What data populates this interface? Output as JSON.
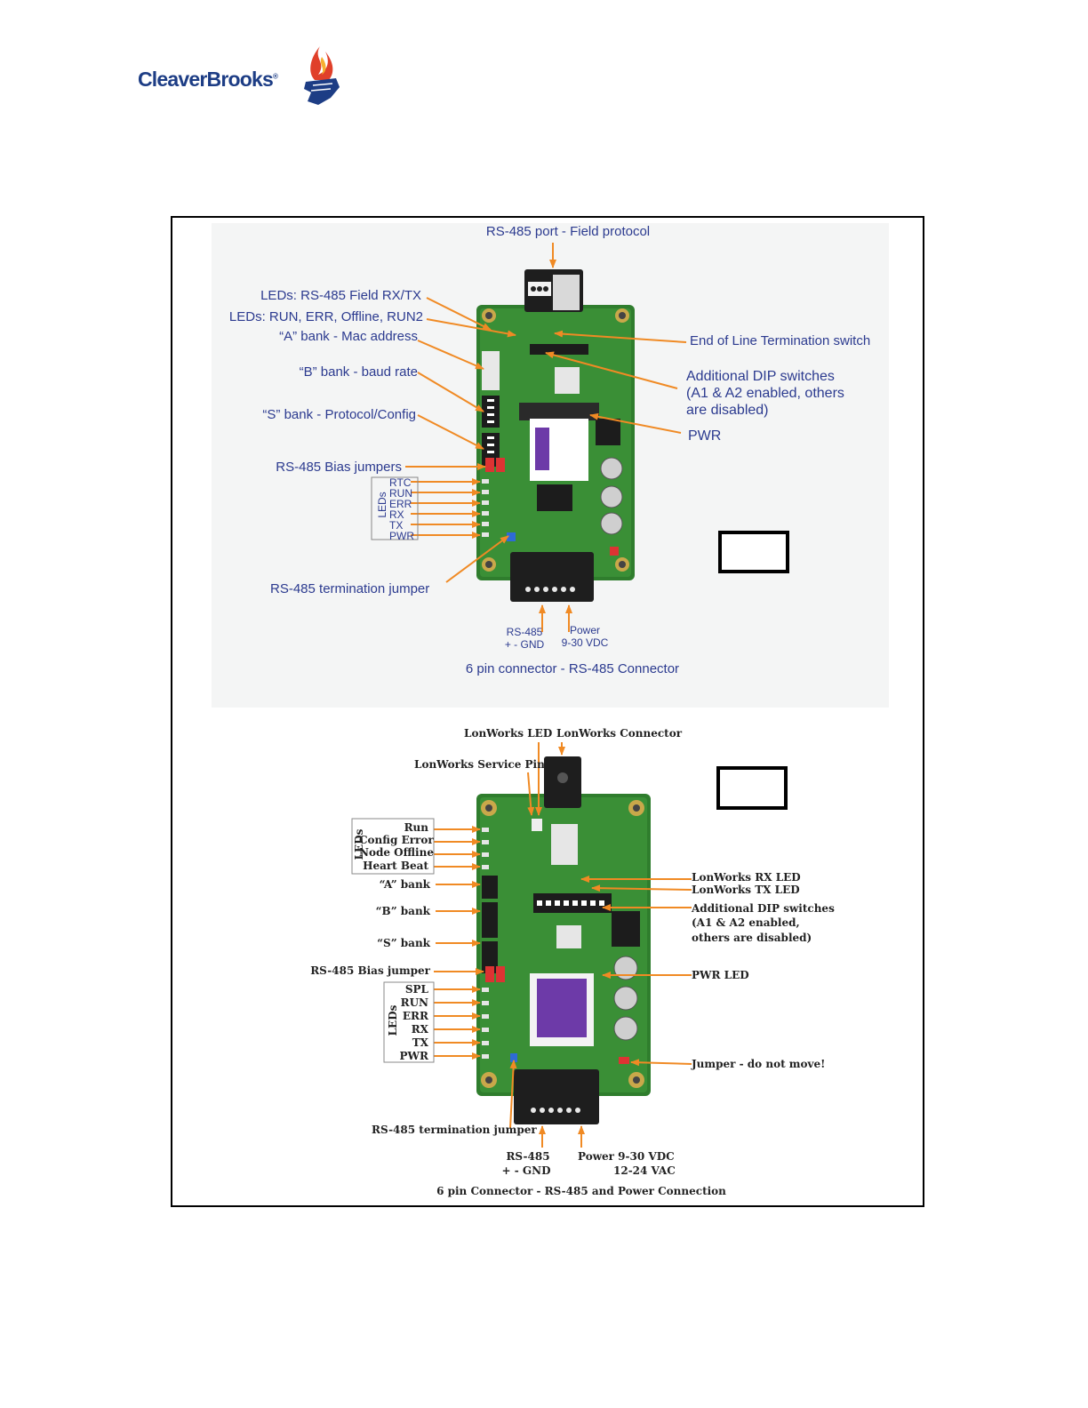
{
  "logo": {
    "text": "CleaverBrooks",
    "reg_mark": "®",
    "colors": {
      "text": "#1d3d85",
      "flame": "#e0402a",
      "hand": "#1d3d85"
    },
    "icon": "flame-hand-icon"
  },
  "figure1": {
    "top_label": "RS-485 port - Field protocol",
    "left_labels": [
      "LEDs: RS-485 Field RX/TX",
      "LEDs: RUN, ERR, Offline, RUN2",
      "“A” bank - Mac address",
      "“B” bank - baud rate",
      "“S” bank - Protocol/Config",
      "RS-485 Bias jumpers"
    ],
    "led_group_title": "LEDs",
    "led_labels": [
      "RTC",
      "RUN",
      "ERR",
      "RX",
      "TX",
      "PWR"
    ],
    "termination_label": "RS-485 termination jumper",
    "right_labels": {
      "eol": "End of Line Termination switch",
      "dip_line1": "Additional DIP switches",
      "dip_line2": "(A1 & A2 enabled, others",
      "dip_line3": "are disabled)",
      "pwr": "PWR"
    },
    "bottom": {
      "rs485_line1": "RS-485",
      "rs485_line2": "+  -  GND",
      "power_line1": "Power",
      "power_line2": "9-30 VDC",
      "caption": "6 pin connector - RS-485 Connector"
    }
  },
  "figure2": {
    "top_labels": {
      "led": "LonWorks LED",
      "connector": "LonWorks Connector",
      "service_pin": "LonWorks Service Pin"
    },
    "led_group1_title": "LEDs",
    "led_group1": [
      "Run",
      "Config Error",
      "Node Offline",
      "Heart Beat"
    ],
    "banks": [
      "“A” bank",
      "“B” bank",
      "“S” bank"
    ],
    "bias_label": "RS-485 Bias jumper",
    "led_group2_title": "LEDs",
    "led_group2": [
      "SPL",
      "RUN",
      "ERR",
      "RX",
      "TX",
      "PWR"
    ],
    "right_labels": {
      "rx": "LonWorks RX LED",
      "tx": "LonWorks TX LED",
      "dip_line1": "Additional DIP switches",
      "dip_line2": "(A1 & A2 enabled,",
      "dip_line3": "others are disabled)",
      "pwr": "PWR LED",
      "jumper": "Jumper - do not move!"
    },
    "termination_label": "RS-485 termination jumper",
    "bottom": {
      "rs485_line1": "RS-485",
      "rs485_line2": "+  -  GND",
      "power_line1": "Power 9-30 VDC",
      "power_line2": "12-24 VAC",
      "caption": "6 pin Connector - RS-485 and Power Connection"
    }
  },
  "colors": {
    "arrow": "#f08a24",
    "label_fig1": "#2b3a8f",
    "label_fig2": "#222222",
    "board": "#2f7d2d"
  }
}
